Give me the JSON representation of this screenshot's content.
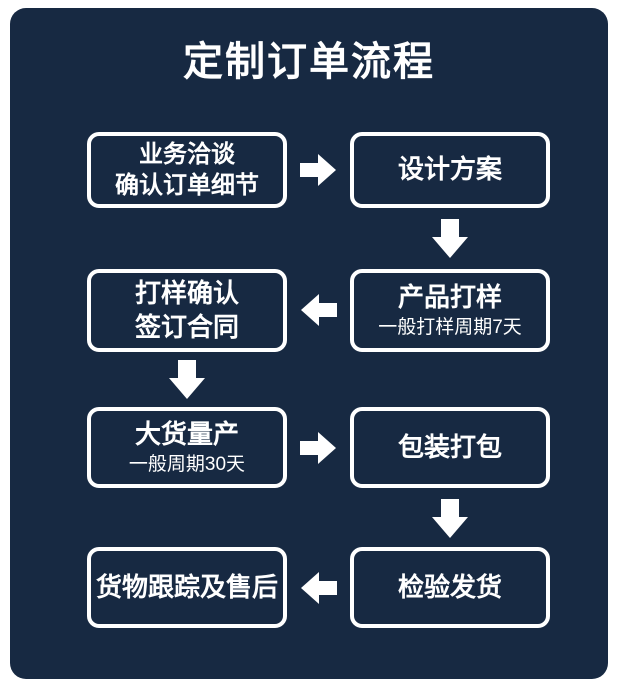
{
  "title": "定制订单流程",
  "colors": {
    "page_bg": "#ffffff",
    "panel_bg": "#172942",
    "box_border": "#ffffff",
    "text": "#ffffff",
    "arrow": "#ffffff"
  },
  "nodes": [
    {
      "line1": "业务洽谈",
      "line2": "确认订单细节"
    },
    {
      "line1": "设计方案"
    },
    {
      "line1": "打样确认",
      "line2": "签订合同"
    },
    {
      "line1": "产品打样",
      "sub": "一般打样周期7天"
    },
    {
      "line1": "大货量产",
      "sub": "一般周期30天"
    },
    {
      "line1": "包装打包"
    },
    {
      "line1": "货物跟踪及售后"
    },
    {
      "line1": "检验发货"
    }
  ],
  "edges": [
    {
      "from": "业务洽谈 确认订单细节",
      "to": "设计方案",
      "direction": "right"
    },
    {
      "from": "设计方案",
      "to": "产品打样",
      "direction": "down"
    },
    {
      "from": "产品打样",
      "to": "打样确认 签订合同",
      "direction": "left"
    },
    {
      "from": "打样确认 签订合同",
      "to": "大货量产",
      "direction": "down"
    },
    {
      "from": "大货量产",
      "to": "包装打包",
      "direction": "right"
    },
    {
      "from": "包装打包",
      "to": "检验发货",
      "direction": "down"
    },
    {
      "from": "检验发货",
      "to": "货物跟踪及售后",
      "direction": "left"
    }
  ],
  "icons": {
    "arrow_right": "block-arrow-right",
    "arrow_left": "block-arrow-left",
    "arrow_down": "block-arrow-down"
  }
}
